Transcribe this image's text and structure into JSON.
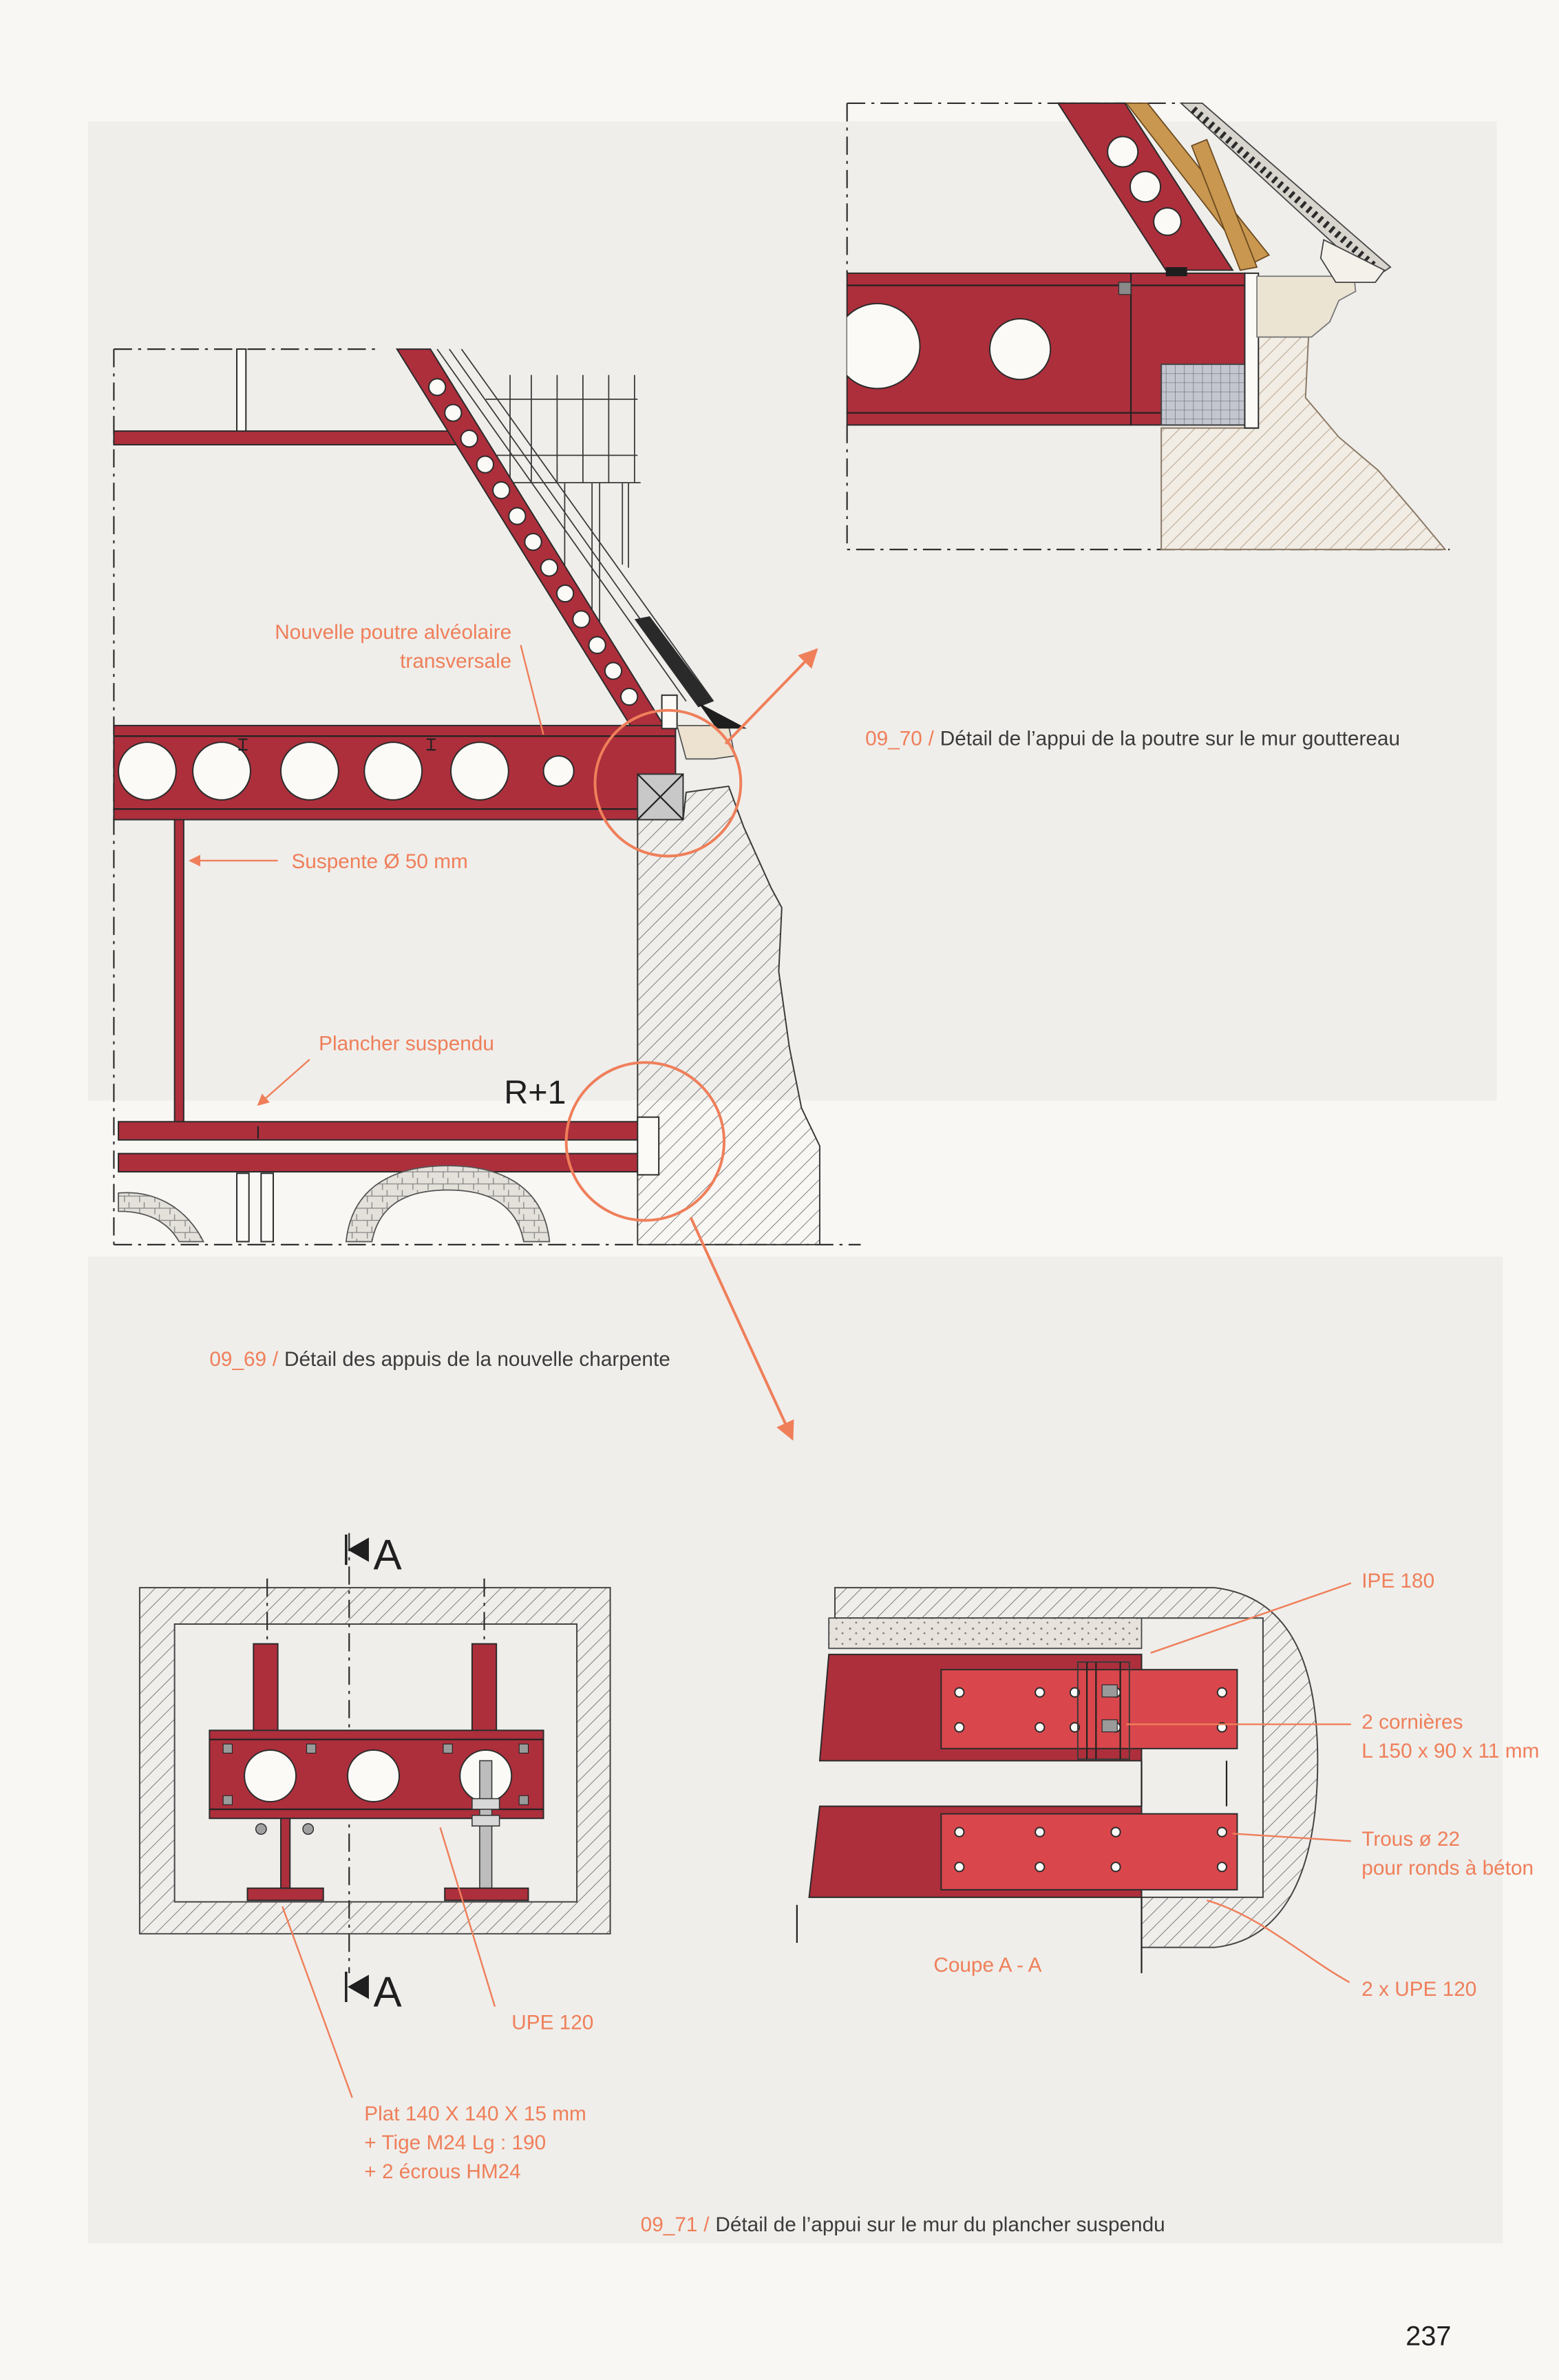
{
  "page": {
    "number": "237"
  },
  "colors": {
    "accent": "#ef7f5a",
    "steel": "#ad2f3c",
    "steel_light": "#d9474c",
    "caption_text": "#3b3b3b",
    "page_background": "#f8f7f4",
    "panel_background": "#efeeeb"
  },
  "figures": {
    "f09_69": {
      "number": "09_69",
      "separator": "/",
      "caption": "Détail des appuis de la nouvelle charpente",
      "labels": {
        "beam_line1": "Nouvelle poutre alvéolaire",
        "beam_line2": "transversale",
        "hanger": "Suspente Ø 50 mm",
        "floor": "Plancher suspendu",
        "level": "R+1"
      }
    },
    "f09_70": {
      "number": "09_70",
      "separator": "/",
      "caption": "Détail de l’appui de la poutre sur le mur gouttereau"
    },
    "f09_71": {
      "number": "09_71",
      "separator": "/",
      "caption": "Détail de l’appui sur le mur du plancher suspendu",
      "section_mark": "A",
      "labels": {
        "ipe": "IPE 180",
        "angles_line1": "2 cornières",
        "angles_line2": "L 150 x 90 x 11 mm",
        "holes_line1": "Trous ø 22",
        "holes_line2": "pour ronds à béton",
        "double_upe": "2 x UPE 120",
        "section_title": "Coupe A - A",
        "upe": "UPE 120",
        "plate_line1": "Plat 140 X 140 X 15 mm",
        "plate_line2": "+ Tige M24 Lg : 190",
        "plate_line3": "+ 2 écrous HM24"
      }
    }
  }
}
